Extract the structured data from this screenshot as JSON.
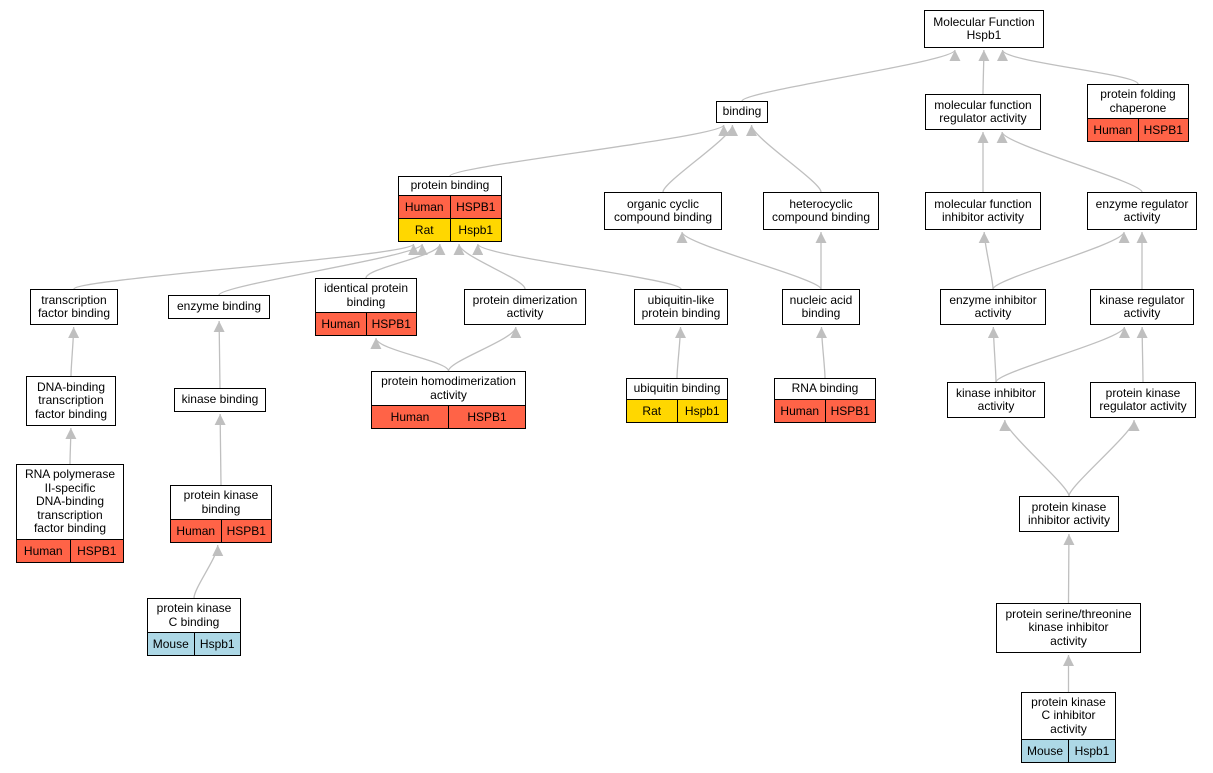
{
  "colors": {
    "Human": "#ff6347",
    "Rat": "#ffd700",
    "Mouse": "#add8e6",
    "edge": "#bfbfbf",
    "border": "#000000"
  },
  "nodes": [
    {
      "id": "mf",
      "label": "Molecular Function\nHspb1",
      "ann": []
    },
    {
      "id": "binding",
      "label": "binding",
      "ann": []
    },
    {
      "id": "mfreg",
      "label": "molecular function\nregulator activity",
      "ann": []
    },
    {
      "id": "pfc",
      "label": "protein folding\nchaperone",
      "ann": [
        {
          "species": "Human",
          "gene": "HSPB1"
        }
      ]
    },
    {
      "id": "pb",
      "label": "protein binding",
      "ann": [
        {
          "species": "Human",
          "gene": "HSPB1"
        },
        {
          "species": "Rat",
          "gene": "Hspb1"
        }
      ]
    },
    {
      "id": "occb",
      "label": "organic cyclic\ncompound binding",
      "ann": []
    },
    {
      "id": "hcb",
      "label": "heterocyclic\ncompound binding",
      "ann": []
    },
    {
      "id": "mfinh",
      "label": "molecular function\ninhibitor activity",
      "ann": []
    },
    {
      "id": "enzreg",
      "label": "enzyme regulator\nactivity",
      "ann": []
    },
    {
      "id": "tfb",
      "label": "transcription\nfactor binding",
      "ann": []
    },
    {
      "id": "eb",
      "label": "enzyme binding",
      "ann": []
    },
    {
      "id": "ipb",
      "label": "identical protein\nbinding",
      "ann": [
        {
          "species": "Human",
          "gene": "HSPB1"
        }
      ]
    },
    {
      "id": "pda",
      "label": "protein dimerization\nactivity",
      "ann": []
    },
    {
      "id": "ulpb",
      "label": "ubiquitin-like\nprotein binding",
      "ann": []
    },
    {
      "id": "nab",
      "label": "nucleic acid\nbinding",
      "ann": []
    },
    {
      "id": "enzinh",
      "label": "enzyme inhibitor\nactivity",
      "ann": []
    },
    {
      "id": "kinreg",
      "label": "kinase regulator\nactivity",
      "ann": []
    },
    {
      "id": "dbtfb",
      "label": "DNA-binding\ntranscription\nfactor binding",
      "ann": []
    },
    {
      "id": "kb",
      "label": "kinase binding",
      "ann": []
    },
    {
      "id": "phda",
      "label": "protein homodimerization\nactivity",
      "ann": [
        {
          "species": "Human",
          "gene": "HSPB1"
        }
      ]
    },
    {
      "id": "ubb",
      "label": "ubiquitin binding",
      "ann": [
        {
          "species": "Rat",
          "gene": "Hspb1"
        }
      ]
    },
    {
      "id": "rnab",
      "label": "RNA binding",
      "ann": [
        {
          "species": "Human",
          "gene": "HSPB1"
        }
      ]
    },
    {
      "id": "kinh",
      "label": "kinase inhibitor\nactivity",
      "ann": []
    },
    {
      "id": "pkra",
      "label": "protein kinase\nregulator activity",
      "ann": []
    },
    {
      "id": "rnap",
      "label": "RNA polymerase\nII-specific\nDNA-binding\ntranscription\nfactor binding",
      "ann": [
        {
          "species": "Human",
          "gene": "HSPB1"
        }
      ]
    },
    {
      "id": "pkb",
      "label": "protein kinase\nbinding",
      "ann": [
        {
          "species": "Human",
          "gene": "HSPB1"
        }
      ]
    },
    {
      "id": "pkia",
      "label": "protein kinase\ninhibitor activity",
      "ann": []
    },
    {
      "id": "pkcb",
      "label": "protein kinase\nC binding",
      "ann": [
        {
          "species": "Mouse",
          "gene": "Hspb1"
        }
      ]
    },
    {
      "id": "pstkia",
      "label": "protein serine/threonine\nkinase inhibitor\nactivity",
      "ann": []
    },
    {
      "id": "pkcia",
      "label": "protein kinase\nC inhibitor\nactivity",
      "ann": [
        {
          "species": "Mouse",
          "gene": "Hspb1"
        }
      ]
    }
  ],
  "edges": [
    [
      "binding",
      "mf"
    ],
    [
      "mfreg",
      "mf"
    ],
    [
      "pfc",
      "mf"
    ],
    [
      "pb",
      "binding"
    ],
    [
      "occb",
      "binding"
    ],
    [
      "hcb",
      "binding"
    ],
    [
      "mfinh",
      "mfreg"
    ],
    [
      "enzreg",
      "mfreg"
    ],
    [
      "tfb",
      "pb"
    ],
    [
      "eb",
      "pb"
    ],
    [
      "ipb",
      "pb"
    ],
    [
      "pda",
      "pb"
    ],
    [
      "ulpb",
      "pb"
    ],
    [
      "nab",
      "occb"
    ],
    [
      "nab",
      "hcb"
    ],
    [
      "enzinh",
      "mfinh"
    ],
    [
      "enzinh",
      "enzreg"
    ],
    [
      "kinreg",
      "enzreg"
    ],
    [
      "dbtfb",
      "tfb"
    ],
    [
      "kb",
      "eb"
    ],
    [
      "phda",
      "ipb"
    ],
    [
      "phda",
      "pda"
    ],
    [
      "ubb",
      "ulpb"
    ],
    [
      "rnab",
      "nab"
    ],
    [
      "kinh",
      "enzinh"
    ],
    [
      "kinh",
      "kinreg"
    ],
    [
      "pkra",
      "kinreg"
    ],
    [
      "rnap",
      "dbtfb"
    ],
    [
      "pkb",
      "kb"
    ],
    [
      "pkia",
      "kinh"
    ],
    [
      "pkia",
      "pkra"
    ],
    [
      "pkcb",
      "pkb"
    ],
    [
      "pstkia",
      "pkia"
    ],
    [
      "pkcia",
      "pstkia"
    ]
  ]
}
